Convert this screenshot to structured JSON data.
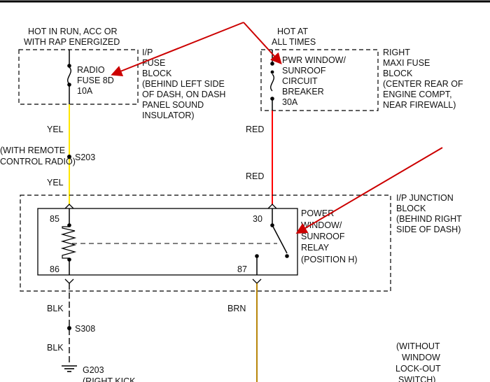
{
  "power_labels": {
    "hot_run_line1": "HOT IN RUN, ACC OR",
    "hot_run_line2": "WITH RAP ENERGIZED",
    "hot_at_line1": "HOT AT",
    "hot_at_line2": "ALL TIMES"
  },
  "ip_fuse_block": {
    "fuse_line1": "RADIO",
    "fuse_line2": "FUSE 8D",
    "fuse_line3": "10A",
    "block_lines": [
      "I/P",
      "FUSE",
      "BLOCK",
      "(BEHIND LEFT SIDE",
      "OF DASH, ON DASH",
      "PANEL SOUND",
      "INSULATOR)"
    ]
  },
  "maxi_fuse_block": {
    "breaker_lines": [
      "PWR WINDOW/",
      "SUNROOF",
      "CIRCUIT",
      "BREAKER",
      "30A"
    ],
    "block_lines": [
      "RIGHT",
      "MAXI FUSE",
      "BLOCK",
      "(CENTER REAR OF",
      "ENGINE COMPT,",
      "NEAR FIREWALL)"
    ]
  },
  "wires": {
    "yel_upper": "YEL",
    "yel_lower": "YEL",
    "red_upper": "RED",
    "red_lower": "RED",
    "blk_upper": "BLK",
    "blk_lower": "BLK",
    "brn": "BRN",
    "splice_s203": "S203",
    "splice_s203_note_line1": "(WITH REMOTE",
    "splice_s203_note_line2": "CONTROL RADIO)",
    "splice_s308": "S308",
    "ground_line1": "G203",
    "ground_line2": "(RIGHT KICK"
  },
  "junction_block": {
    "lines": [
      "I/P JUNCTION",
      "BLOCK",
      "(BEHIND RIGHT",
      "SIDE OF DASH)"
    ]
  },
  "relay": {
    "pin_85": "85",
    "pin_86": "86",
    "pin_30": "30",
    "pin_87": "87",
    "lines": [
      "POWER",
      "WINDOW/",
      "SUNROOF",
      "RELAY",
      "(POSITION H)"
    ]
  },
  "switch_note": {
    "lines": [
      "(WITHOUT",
      "WINDOW",
      "LOCK-OUT",
      "SWITCH)"
    ]
  },
  "colors": {
    "yellow_wire": "#ffe600",
    "red_wire": "#ff0000",
    "brown_wire": "#b8860b",
    "arrow": "#cc0000",
    "line": "#000000"
  }
}
